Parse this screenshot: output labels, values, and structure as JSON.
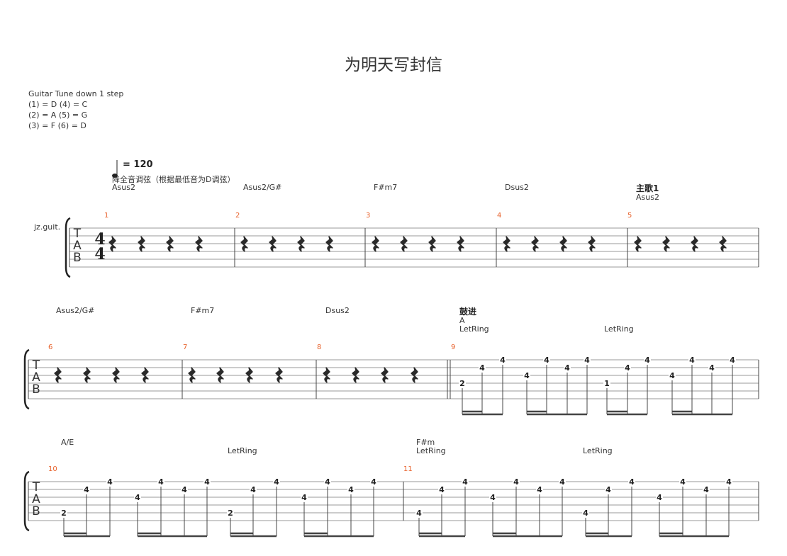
{
  "title": "为明天写封信",
  "tuning": {
    "heading": "Guitar Tune down 1 step",
    "lines": [
      "(1) = D (4) = C",
      "(2) = A (5) = G",
      "(3) = F  (6) = D"
    ]
  },
  "tempo": {
    "label": "= 120"
  },
  "tuning_note": "降全音调弦（根据最低音为D调弦）",
  "instrument": "jz.guit.",
  "time_signature": {
    "top": "4",
    "bottom": "4"
  },
  "tab_letters": [
    "T",
    "A",
    "B"
  ],
  "sections": [
    "主歌1",
    "鼓进"
  ],
  "chords": [
    "Asus2",
    "Asus2/G#",
    "F#m7",
    "Dsus2",
    "Asus2",
    "Asus2/G#",
    "F#m7",
    "Dsus2",
    "A",
    "A/E",
    "F#m"
  ],
  "let_ring": "LetRing",
  "measures": [
    "1",
    "2",
    "3",
    "4",
    "5",
    "6",
    "7",
    "8",
    "9",
    "10",
    "11"
  ],
  "frets": {
    "m9": [
      "2",
      "4",
      "4",
      "4",
      "4",
      "4",
      "4",
      "1",
      "4",
      "4",
      "4",
      "4",
      "4",
      "4"
    ],
    "m10": [
      "2",
      "4",
      "4",
      "4",
      "4",
      "4",
      "4",
      "2",
      "4",
      "4",
      "4",
      "4",
      "4",
      "4"
    ],
    "m11": [
      "4",
      "4",
      "4",
      "4",
      "4",
      "4",
      "4",
      "4",
      "4",
      "4",
      "4",
      "4",
      "4",
      "4"
    ]
  }
}
